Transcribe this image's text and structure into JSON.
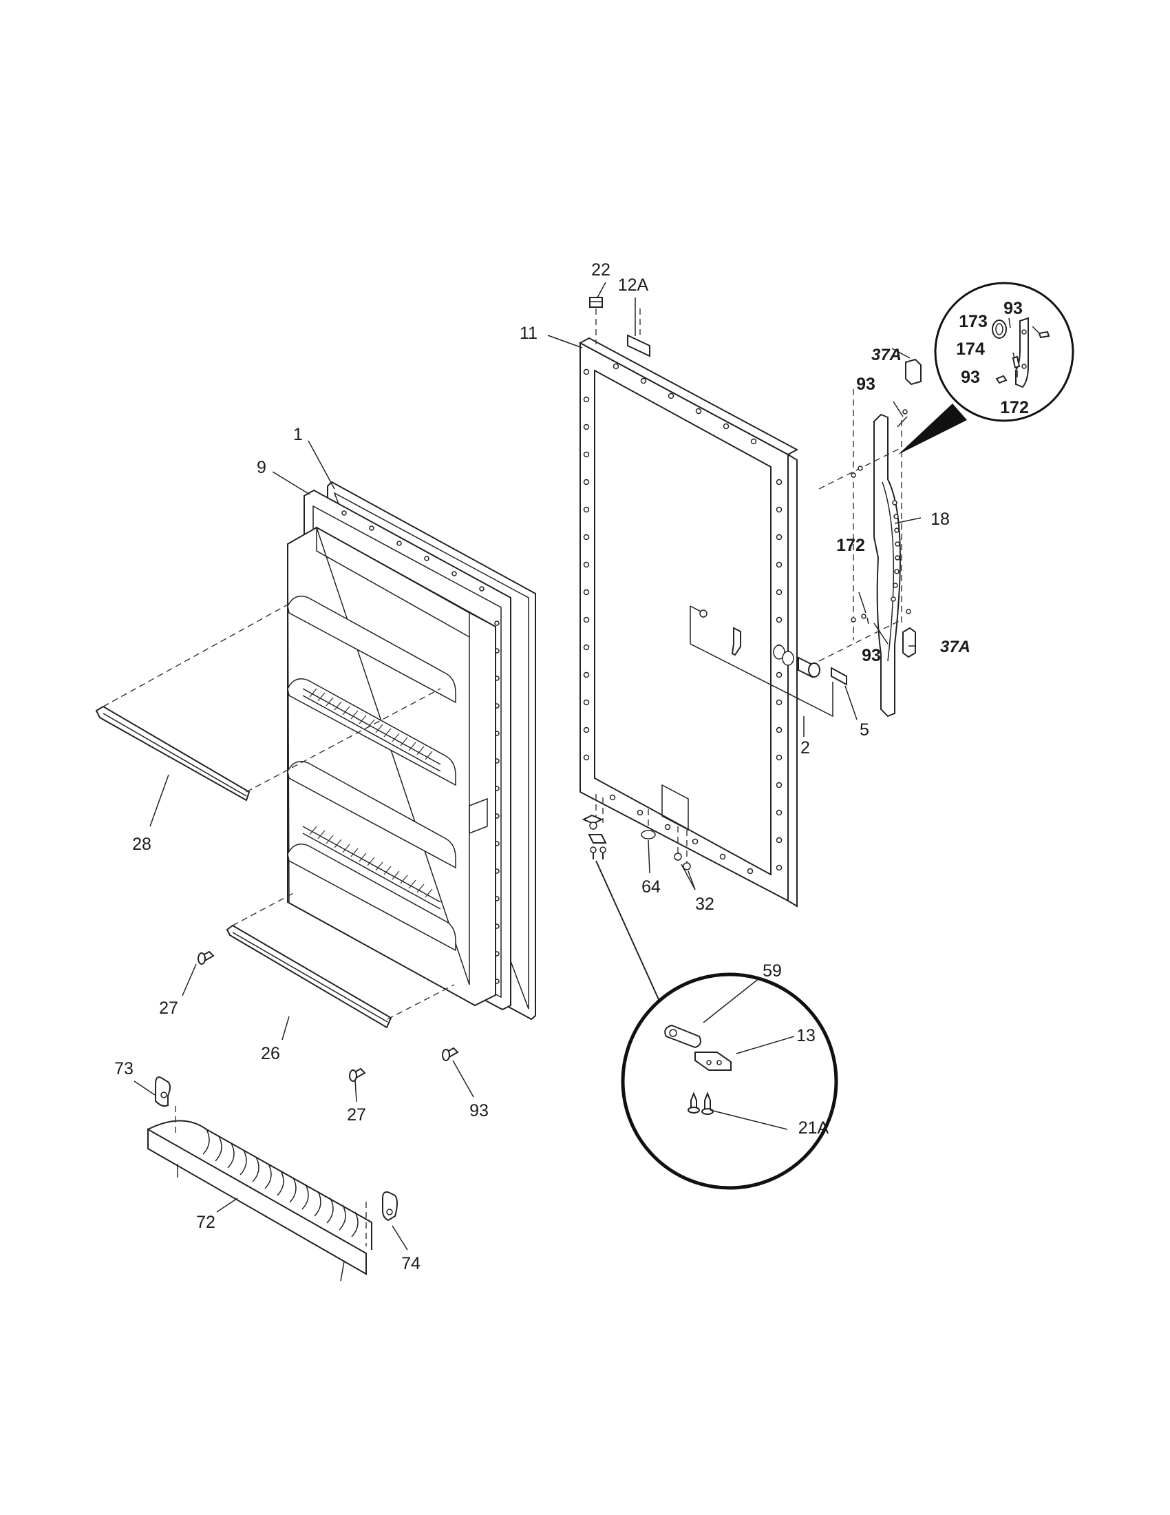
{
  "labels": {
    "l22": "22",
    "l12a": "12A",
    "l11": "11",
    "l1": "1",
    "l9": "9",
    "l28": "28",
    "l27a": "27",
    "l26": "26",
    "l27b": "27",
    "l93a": "93",
    "l73": "73",
    "l72": "72",
    "l74": "74",
    "l64": "64",
    "l32": "32",
    "l59": "59",
    "l13": "13",
    "l21a": "21A",
    "l2": "2",
    "l5": "5",
    "l18": "18",
    "l172a": "172",
    "l93b": "93",
    "l93c": "93",
    "l37a_top": "37A",
    "l37a_bot": "37A",
    "l173": "173",
    "l174": "174",
    "l93d": "93",
    "l93e": "93",
    "l172b": "172"
  },
  "icons": {
    "inset_bottom": "hinge-detail-magnifier",
    "inset_top": "handle-detail-magnifier"
  },
  "colors": {
    "line": "#222222",
    "background": "#ffffff",
    "part_fill_dark": "#e9e9e9"
  }
}
